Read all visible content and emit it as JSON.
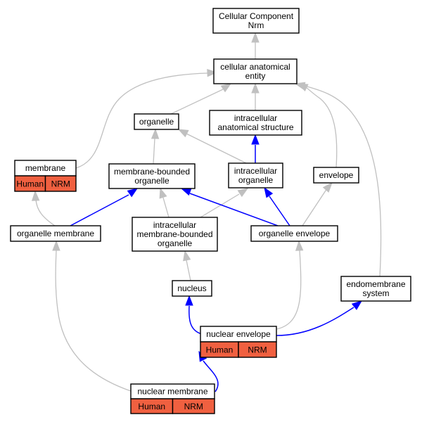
{
  "colors": {
    "tag_fill": "#f06040",
    "edge_gray": "#c0c0c0",
    "edge_blue": "#0000ff"
  },
  "nodes": {
    "cellular_component_nrm": {
      "lines": [
        "Cellular Component",
        "Nrm"
      ]
    },
    "cellular_anatomical_entity": {
      "lines": [
        "cellular anatomical",
        "entity"
      ]
    },
    "organelle": {
      "lines": [
        "organelle"
      ]
    },
    "intracellular_anatomical_structure": {
      "lines": [
        "intracellular",
        "anatomical structure"
      ]
    },
    "membrane": {
      "lines": [
        "membrane"
      ],
      "tags": [
        "Human",
        "NRM"
      ]
    },
    "membrane_bounded_organelle": {
      "lines": [
        "membrane-bounded",
        "organelle"
      ]
    },
    "intracellular_organelle": {
      "lines": [
        "intracellular",
        "organelle"
      ]
    },
    "envelope": {
      "lines": [
        "envelope"
      ]
    },
    "organelle_membrane": {
      "lines": [
        "organelle membrane"
      ]
    },
    "intracellular_membrane_bounded_organelle": {
      "lines": [
        "intracellular",
        "membrane-bounded",
        "organelle"
      ]
    },
    "organelle_envelope": {
      "lines": [
        "organelle envelope"
      ]
    },
    "nucleus": {
      "lines": [
        "nucleus"
      ]
    },
    "endomembrane_system": {
      "lines": [
        "endomembrane",
        "system"
      ]
    },
    "nuclear_envelope": {
      "lines": [
        "nuclear envelope"
      ],
      "tags": [
        "Human",
        "NRM"
      ]
    },
    "nuclear_membrane": {
      "lines": [
        "nuclear membrane"
      ],
      "tags": [
        "Human",
        "NRM"
      ]
    }
  },
  "edges": [
    {
      "from": "cellular_anatomical_entity",
      "to": "cellular_component_nrm",
      "kind": "gray"
    },
    {
      "from": "organelle",
      "to": "cellular_anatomical_entity",
      "kind": "gray"
    },
    {
      "from": "intracellular_anatomical_structure",
      "to": "cellular_anatomical_entity",
      "kind": "gray"
    },
    {
      "from": "membrane",
      "to": "cellular_anatomical_entity",
      "kind": "gray"
    },
    {
      "from": "envelope",
      "to": "cellular_anatomical_entity",
      "kind": "gray"
    },
    {
      "from": "endomembrane_system",
      "to": "cellular_anatomical_entity",
      "kind": "gray"
    },
    {
      "from": "membrane_bounded_organelle",
      "to": "organelle",
      "kind": "gray"
    },
    {
      "from": "intracellular_organelle",
      "to": "organelle",
      "kind": "gray"
    },
    {
      "from": "intracellular_organelle",
      "to": "intracellular_anatomical_structure",
      "kind": "blue"
    },
    {
      "from": "organelle_membrane",
      "to": "membrane",
      "kind": "gray"
    },
    {
      "from": "organelle_membrane",
      "to": "membrane_bounded_organelle",
      "kind": "blue"
    },
    {
      "from": "intracellular_membrane_bounded_organelle",
      "to": "membrane_bounded_organelle",
      "kind": "gray"
    },
    {
      "from": "intracellular_membrane_bounded_organelle",
      "to": "intracellular_organelle",
      "kind": "gray"
    },
    {
      "from": "organelle_envelope",
      "to": "membrane_bounded_organelle",
      "kind": "blue"
    },
    {
      "from": "organelle_envelope",
      "to": "intracellular_organelle",
      "kind": "blue"
    },
    {
      "from": "organelle_envelope",
      "to": "envelope",
      "kind": "gray"
    },
    {
      "from": "nucleus",
      "to": "intracellular_membrane_bounded_organelle",
      "kind": "gray"
    },
    {
      "from": "nuclear_envelope",
      "to": "nucleus",
      "kind": "blue"
    },
    {
      "from": "nuclear_envelope",
      "to": "organelle_envelope",
      "kind": "gray"
    },
    {
      "from": "nuclear_envelope",
      "to": "endomembrane_system",
      "kind": "blue"
    },
    {
      "from": "nuclear_membrane",
      "to": "organelle_membrane",
      "kind": "gray"
    },
    {
      "from": "nuclear_membrane",
      "to": "nuclear_envelope",
      "kind": "blue"
    }
  ]
}
